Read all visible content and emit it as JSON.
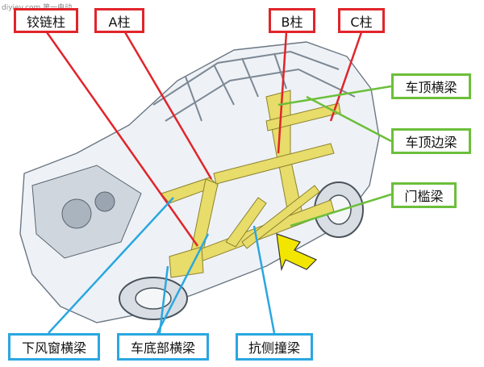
{
  "watermark": "diyiev.com 第一电动",
  "labels": {
    "hinge_pillar": "铰链柱",
    "a_pillar": "A柱",
    "b_pillar": "B柱",
    "c_pillar": "C柱",
    "roof_crossbeam": "车顶横梁",
    "roof_side_rail": "车顶边梁",
    "sill_beam": "门槛梁",
    "lower_windshield_beam": "下风窗横梁",
    "floor_crossbeam": "车底部横梁",
    "side_impact_beam": "抗侧撞梁"
  },
  "colors": {
    "pillar_border": "#e0252b",
    "roof_border": "#6cbf3a",
    "lower_border": "#2aa7e0",
    "structure_yellow": "#e8dc6a",
    "arrow_yellow": "#f2e600"
  }
}
